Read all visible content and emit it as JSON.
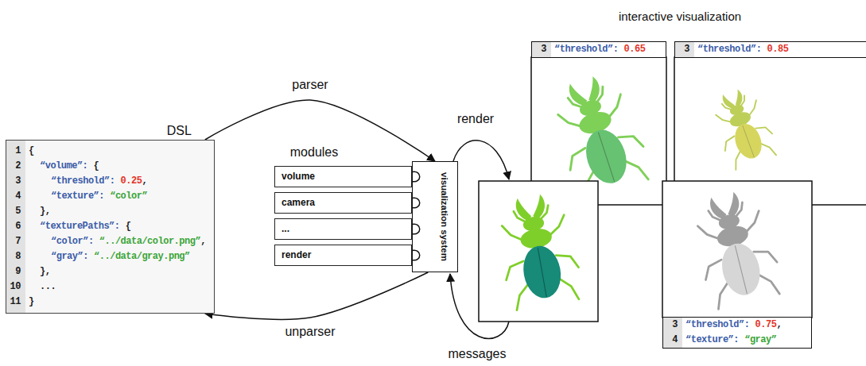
{
  "diagram": {
    "nodes": [
      {
        "text": [
          "DSL",
          "1",
          "{",
          "2",
          "“volume”:",
          "{",
          "3",
          "“threshold”:",
          "0.25",
          ",",
          "4",
          "“texture”:",
          "“color”",
          "5",
          "},",
          "6",
          "“texturePaths”:",
          "{",
          "7",
          "“color”:",
          "“../data/color.png”",
          ",",
          "8",
          "“gray”:",
          "“../data/gray.png”",
          "9",
          "},",
          "10",
          "...",
          "11",
          "}"
        ]
      },
      {
        "text": [
          "volume"
        ]
      },
      {
        "text": [
          "camera"
        ]
      },
      {
        "text": [
          "..."
        ]
      },
      {
        "text": [
          "render"
        ]
      },
      {
        "text": [
          "visualization system"
        ]
      },
      {
        "text": [
          "3",
          "“threshold”:",
          "0.65"
        ]
      },
      {
        "text": [
          "3",
          "“threshold”:",
          "0.85"
        ]
      },
      {
        "text": [
          "3",
          "“threshold”:",
          "0.75",
          ",",
          "4",
          "“texture”:",
          "“gray”"
        ]
      }
    ],
    "edges": [
      {
        "from": 0,
        "to": 5,
        "label": "parser",
        "arrow": "to"
      },
      {
        "from": 5,
        "to": 0,
        "label": "unparser",
        "arrow": "to"
      }
    ],
    "labels": [
      "interactive visualization",
      "modules",
      "render",
      "messages"
    ]
  }
}
